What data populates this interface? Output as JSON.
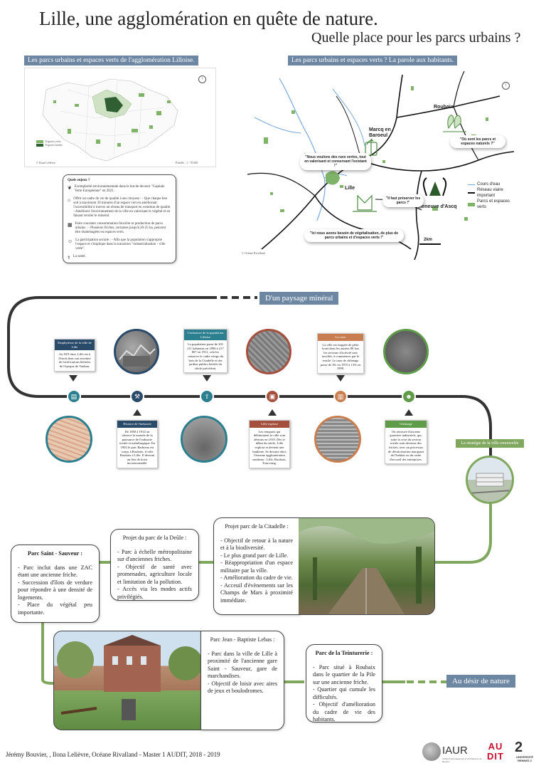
{
  "header": {
    "title": "Lille, une agglomération en quête de nature.",
    "subtitle": "Quelle place pour les parcs urbains ?"
  },
  "map_left": {
    "banner": "Les parcs urbains et espaces verts de l'agglomération Lilloise.",
    "legend": [
      "Espaces verts",
      "Espaces boisés"
    ],
    "credit": "© Ilona Lelièvre",
    "scale": "Échelle : 1 : 70 000"
  },
  "map_right": {
    "banner": "Les parcs urbains et espaces verts ? La parole aux habitants.",
    "cities": {
      "roubaix": "Roubaix",
      "marcq": "Marcq en Baroeul",
      "lille": "Lille",
      "villeneuve": "Villeneuve d'Ascq"
    },
    "quotes": {
      "q1": "\"Nous voulons des rues vertes, tout en valorisant et conservant l'existant !\"",
      "q2": "\"Où sont les parcs et espaces naturels ?\"",
      "q3": "\"Il faut préserver les parcs !\"",
      "q4": "\"Ici nous avons besoin de végétalisation, de plus de parcs urbains et d'espaces verts !\""
    },
    "legend": [
      "Cours d'eau",
      "Réseau viaire important",
      "Parcs et espaces verts"
    ],
    "scale": "2km",
    "credit": "© Océane Rivalland"
  },
  "issues": {
    "heading": "Quels enjeux ?",
    "items": [
      "Exemplarité environnementale dans le but de devenir \"Capitale Verte Européenne\" en 2021.",
      "Offrir un cadre de vie de qualité à ses citoyens : - Que chaque lien soit à maximum 30 minutes d'un espace vert en améliorant l'accessibilité à travers un réseau de transport en commun de qualité. - Améliorer l'environnement de la ville en valorisant le végétal et en faisant reculer le minéral.",
      "Faire coexister consommation foncière et production de parcs urbains : - Plusieurs friches, certaines jusqu'à 20-25 ha, peuvent être réaménagées en espaces verts.",
      "La participation sociale : - Afin que la population s'approprie l'espace et s'implique dans la transition \"industrialisation - ville verte\".",
      "La santé."
    ]
  },
  "timeline": {
    "start_label": "D'un paysage minéral",
    "end_label": "Au désir de nature",
    "renewed_label": "La stratégie de la ville renouvelée",
    "cards": [
      {
        "head": "Emphytéose de la ville de Lille",
        "body": "Au XIX ème, Lille est à l'étroit dans son enceinte de fortifications héritées de l'époque de Vauban."
      },
      {
        "head": "Histoire de l'industrie",
        "body": "De 1850 à 1914 on observe le montée de la puissance de l'industrie textile et métallurgique. En 1903 le parc Barbieux est conçu à Roubaix, il relie Roubaix à Lille. Il devient un lieu de loisir incontournable."
      },
      {
        "head": "Croissance de la population Lilloise",
        "body": "La population passe de 201 211 habitants en 1896 à 217 807 en 1911, cela les conserve le cadre vérigo du bois de la Citadelle et des jardins publics hérités du siècle précédent."
      },
      {
        "head": "Lille explose",
        "body": "Les remparts qui délimitaient la ville sont détruits en 1919. Dès le début du siècle, Lille explose et devient une banlieue. Se dessine alors l'énorme agglomération moderne : Lille, Roubaix, Tourcoing."
      },
      {
        "head": "La crise",
        "body": "La ville est frappée de plein fouet dans les années 80 lors les secteurs d'activité sont touchés, à commencer par le textile. Le taux de chômage passe de 3% en 1975 à 13% en 1990."
      },
      {
        "head": "Chômage",
        "body": "On retrouve d'anciens quartiers industriels, qui, suite la crise du secteur textile sont devenus des friches, avec un processus de dévalorisation marquant de l'habitat ou du cadre d'accueil des entreprises."
      }
    ]
  },
  "parks": {
    "saint_sauveur": {
      "title": "Parc Saint - Sauveur :",
      "lines": [
        "- Parc inclut dans une ZAC étant une ancienne friche.",
        "- Succession d'îlots de verdure pour répondre à une densité de logements.",
        "- Place du végétal peu importante."
      ]
    },
    "deule": {
      "title": "Projet du parc de la Deûle :",
      "lines": [
        "- Parc à échelle métropolitaine sur d'anciennes friches.",
        "- Objectif de santé avec promenades, agriculture locale et limitation de la pollution.",
        "- Accès via les modes actifs privilégiés."
      ]
    },
    "citadelle": {
      "title": "Projet parc de la Citadelle :",
      "lines": [
        "- Objectif de retour à la nature et à la biodiversité.",
        "- Le plus grand parc de Lille.",
        "- Réappropriation d'un espace militaire par la ville.",
        "- Amélioration du cadre de vie.",
        "- Acceuil d'évènements sur les Champs de Mars à proximité immédiate."
      ]
    },
    "lebas": {
      "title": "Parc Jean - Baptiste Lebas :",
      "lines": [
        "- Parc dans la ville de Lille à proximité de l'ancienne gare Saint - Sauveur, gare de marchandises.",
        "- Objectif de loisir avec aires de jeux et boulodromes."
      ]
    },
    "teinturerie": {
      "title": "Parc de la Teinturerie :",
      "lines": [
        "- Parc situé à Roubaix dans le quartier de la Pile sur une ancienne friche.",
        "- Quartier qui cumule les difficultés.",
        "- Objectif d'amélioration du cadre de vie des habitants."
      ]
    }
  },
  "footer": {
    "authors": "Jérémy Bouvier, , Ilona Lelièvre, Océane Rivalland - Master 1 AUDIT, 2018 - 2019",
    "logo_iaur": "IAUR",
    "logo_iaur_sub": "Institut d'aménagement et d'urbanisme de Rennes",
    "logo_audit": "AU DIT",
    "logo_rennes": "UNIVERSITÉ RENNES 2"
  },
  "colors": {
    "banner": "#6d87a3",
    "green": "#7fa85e",
    "park_green": "#5f9c4a",
    "teal": "#2c7f8f",
    "brown": "#a5503e",
    "orange": "#c87e4e",
    "navy": "#2a4a6a",
    "dark": "#333333"
  }
}
